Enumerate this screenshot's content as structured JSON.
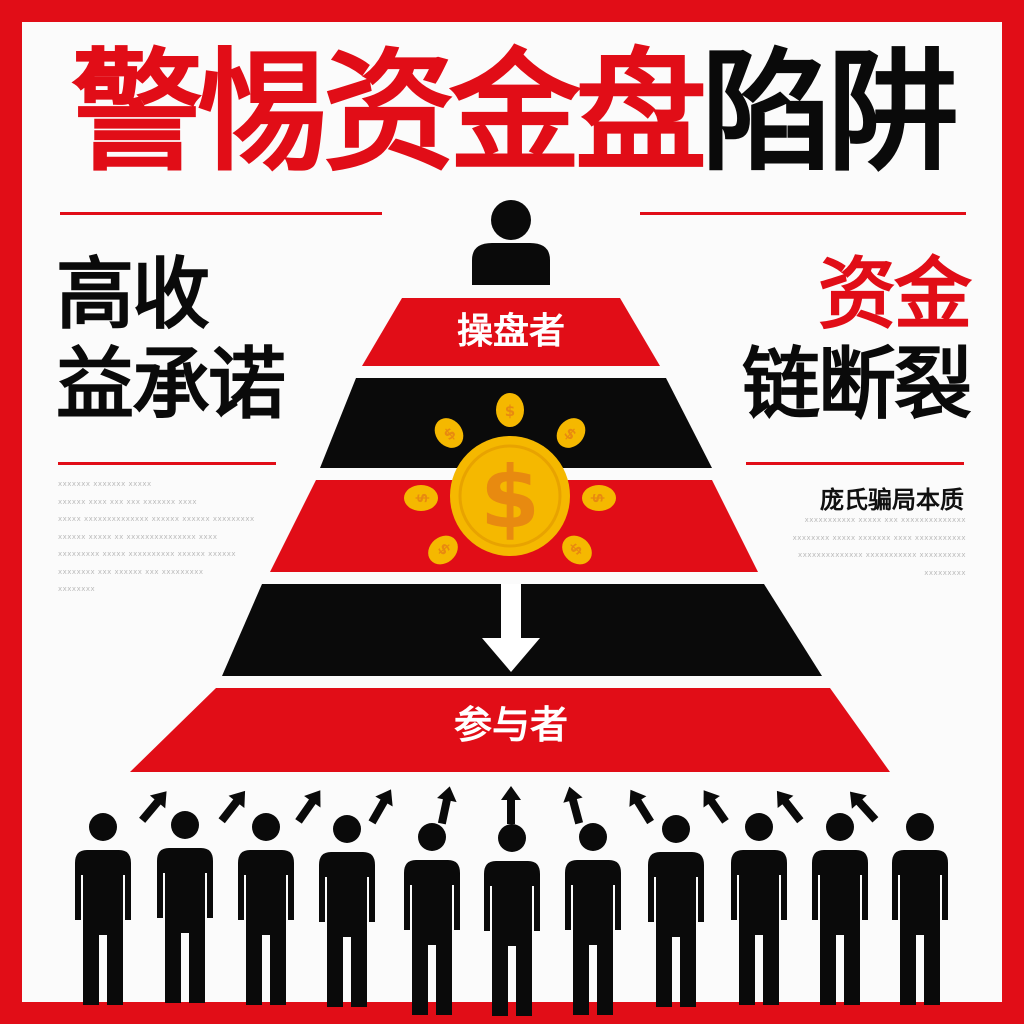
{
  "poster": {
    "title": {
      "part_red": "警惕资金盘",
      "part_black": "陷阱"
    },
    "left_heading": {
      "line1": "高收",
      "line2": "益承诺"
    },
    "right_heading": {
      "line1": "资金",
      "line2": "链断裂"
    },
    "right_subheading": "庞氏骗局本质",
    "left_fine_print": [
      "xxxxxxx xxxxxxx xxxxx",
      "xxxxxx xxxx xxx xxx xxxxxxx xxxx",
      "xxxxx xxxxxxxxxxxxxx xxxxxx xxxxxx xxxxxxxxx",
      "xxxxxx xxxxx xx xxxxxxxxxxxxxxx xxxx",
      "xxxxxxxxx xxxxx xxxxxxxxxx xxxxxx xxxxxx",
      "xxxxxxxx xxx xxxxxx xxx xxxxxxxxx",
      "xxxxxxxx"
    ],
    "right_fine_print": [
      "xxxxxxxxxxx xxxxx xxx xxxxxxxxxxxxxx",
      "xxxxxxxx xxxxx xxxxxxx xxxx xxxxxxxxxxx",
      "xxxxxxxxxxxxxx xxxxxxxxxxx xxxxxxxxxx",
      "xxxxxxxxx"
    ],
    "pyramid": {
      "top_label": "操盘者",
      "bottom_label": "参与者",
      "tiers": 5,
      "tier_colors": [
        "#e10d17",
        "#0a0a0a",
        "#e10d17",
        "#0a0a0a",
        "#e10d17"
      ],
      "center_icon": "dollar-coin-icon",
      "coin_symbol": "$",
      "small_coin_count": 7
    },
    "participants_count": 11,
    "arrow_count": 11,
    "colors": {
      "red": "#e10d17",
      "black": "#0a0a0a",
      "gold": "#f5b800",
      "gold_dark": "#e88a10"
    }
  }
}
